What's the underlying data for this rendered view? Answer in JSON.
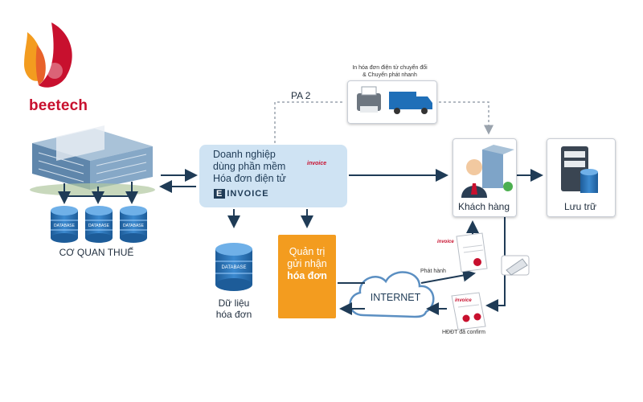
{
  "brand": {
    "logo_text": "beetech"
  },
  "tax": {
    "label": "CƠ QUAN THUẾ",
    "db_label": "DATABASE"
  },
  "business": {
    "line1": "Doanh nghiệp",
    "line2": "dùng phần mềm",
    "line3": "Hóa đơn điện tử",
    "logo_e": "E",
    "logo_text": "INVOICE"
  },
  "doc": {
    "label": "invoice"
  },
  "data_store": {
    "line1": "Dữ liệu",
    "line2": "hóa đơn",
    "db_label": "DATABASE"
  },
  "manage": {
    "line1": "Quản trị",
    "line2": "gửi nhận",
    "line3": "hóa đơn"
  },
  "internet": {
    "label": "INTERNET"
  },
  "pa2": {
    "label": "PA 2",
    "note_line1": "In hóa đơn điện tử chuyển đổi",
    "note_line2": "& Chuyển phát nhanh"
  },
  "customer": {
    "label": "Khách hàng"
  },
  "storage": {
    "label": "Lưu trữ"
  },
  "flow": {
    "issued": "Phát hành",
    "confirmed": "HĐĐT đã confirm"
  },
  "colors": {
    "brand_red": "#c8102e",
    "brand_orange": "#f39c1f",
    "navy": "#1f3b56",
    "db_blue": "#2f74b5",
    "light_blue": "#cfe3f3"
  }
}
